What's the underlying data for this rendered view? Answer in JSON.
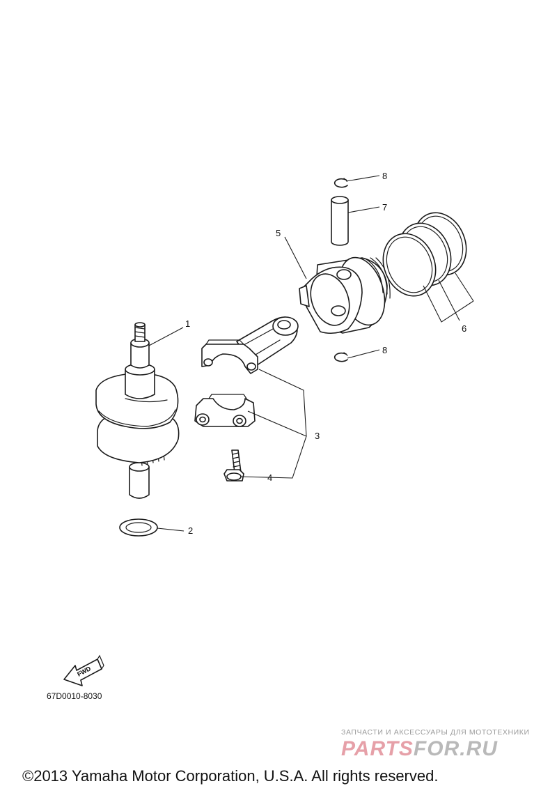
{
  "callouts": {
    "c1": "1",
    "c2": "2",
    "c3": "3",
    "c4": "4",
    "c5": "5",
    "c6": "6",
    "c7": "7",
    "c8_top": "8",
    "c8_bottom": "8"
  },
  "fwd_label": "FWD",
  "diagram_code": "67D0010-8030",
  "watermark": {
    "tagline": "ЗАПЧАСТИ И АКСЕССУАРЫ ДЛЯ МОТОТЕХНИКИ",
    "logo_part_a": "PARTS",
    "logo_part_b": "FOR.RU"
  },
  "copyright": "©2013 Yamaha Motor Corporation, U.S.A. All rights reserved."
}
